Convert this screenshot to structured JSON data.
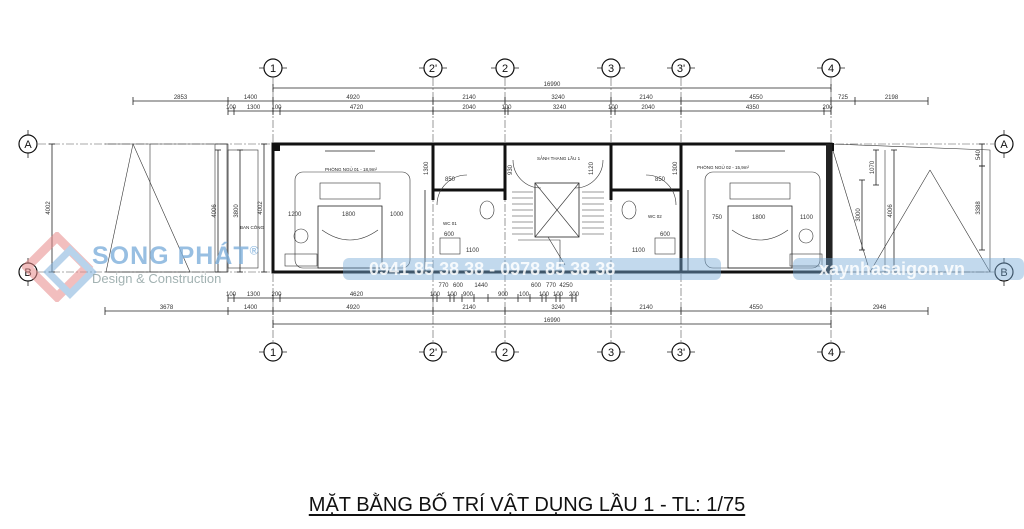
{
  "title": "MẶT BẰNG BỐ TRÍ VẬT DỤNG LẦU 1 - TL: 1/75",
  "grid_axes": {
    "columns": [
      "1",
      "2'",
      "2",
      "3",
      "3'",
      "4"
    ],
    "rows": [
      "A",
      "B"
    ]
  },
  "dimensions": {
    "top_total": "16990",
    "top_main": [
      "2853",
      "1400",
      "4920",
      "2140",
      "3240",
      "2140",
      "4550",
      "725",
      "2198"
    ],
    "top_detail": [
      "100",
      "1300",
      "100",
      "4720",
      "2040",
      "100",
      "3240",
      "100",
      "2040",
      "4350",
      "200"
    ],
    "bottom_detail": [
      "100",
      "1300",
      "200",
      "4620",
      "100",
      "770",
      "100",
      "600",
      "900",
      "1440",
      "900",
      "100",
      "600",
      "100",
      "770",
      "100",
      "4250",
      "200"
    ],
    "bottom_main": [
      "3678",
      "1400",
      "4920",
      "2140",
      "3240",
      "2140",
      "4550",
      "2946"
    ],
    "bottom_total": "16990",
    "left_vertical": [
      "4002",
      "4006",
      "3800",
      "4002"
    ],
    "right_vertical": [
      "540",
      "1070",
      "3000",
      "4006",
      "3388"
    ]
  },
  "rooms": {
    "bedroom_1": "PHÒNG NGỦ 01 - 18,9m²",
    "bedroom_2": "PHÒNG NGỦ 02 - 15,9m²",
    "stair_hall": "SẢNH THANG LẦU 1",
    "wc_left": "WC 01",
    "wc_right": "WC 02",
    "balcony": "BAN CÔNG"
  },
  "interior_dims": {
    "bed1": [
      "1200",
      "1800",
      "1000"
    ],
    "bed2": [
      "750",
      "1800",
      "1100"
    ],
    "door_left": "850",
    "door_right": "850",
    "wc_left": [
      "600",
      "1100"
    ],
    "wc_right": [
      "600",
      "1100"
    ],
    "heights": [
      "1300",
      "930",
      "1120",
      "1300"
    ]
  },
  "watermark": {
    "brand": "SONG PHÁT",
    "registered": "®",
    "tagline": "Design & Construction",
    "phone": "0941 85 38 38 - 0978 85 38 38",
    "website": "xaynhasaigon.vn",
    "brand_blue": "#7fb0dc",
    "brand_red": "#e88a8a"
  }
}
